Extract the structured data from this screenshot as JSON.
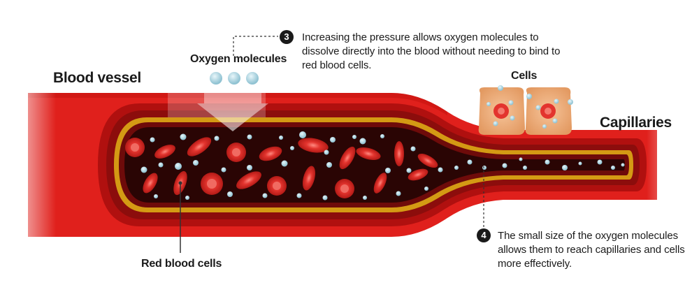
{
  "labels": {
    "blood_vessel": "Blood vessel",
    "oxygen_molecules": "Oxygen molecules",
    "cells": "Cells",
    "capillaries": "Capillaries",
    "red_blood_cells": "Red blood cells"
  },
  "callouts": [
    {
      "number": "3",
      "text": "Increasing the pressure allows oxygen molecules to dissolve directly into the blood without needing to bind to red blood cells."
    },
    {
      "number": "4",
      "text": "The small size of the oxygen molecules allows them to reach capillaries and cells more effectively."
    }
  ],
  "colors": {
    "vessel_outer": "#e0201c",
    "vessel_mid": "#b0100f",
    "vessel_dark": "#7a0c0b",
    "gold_band": "#d49a14",
    "lumen": "#2a0504",
    "red_cell": "#e3342e",
    "oxygen": "#a8d4e0",
    "cell_body": "#f2b27e"
  }
}
